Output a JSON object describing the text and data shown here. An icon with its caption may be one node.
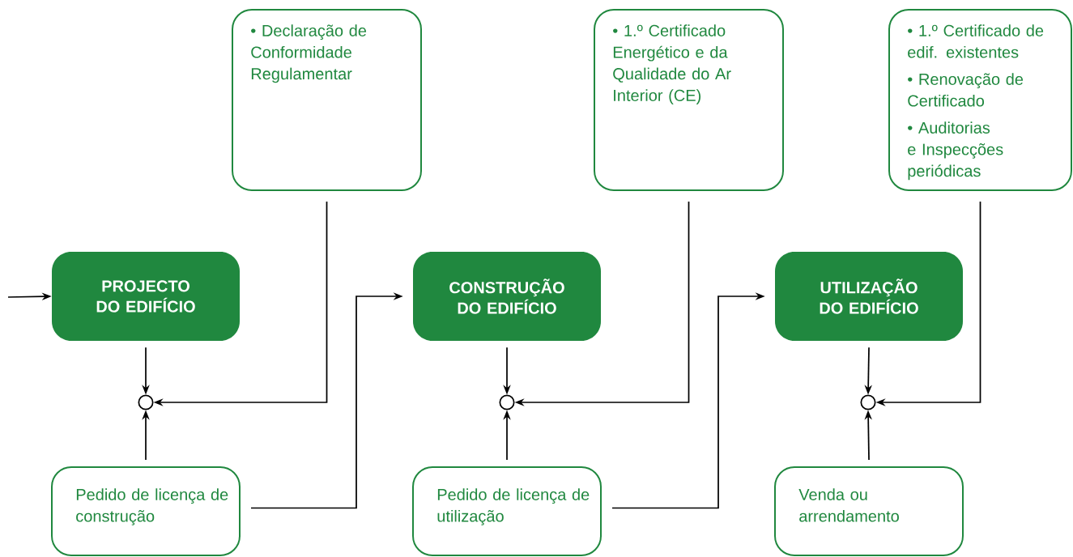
{
  "diagram": {
    "nodes": [
      {
        "text": [
          "• Declaração de Conformidade Regulamentar"
        ]
      },
      {
        "text": [
          "• 1.º Certificado Energético e da Qualidade do Ar Interior (CE)"
        ]
      },
      {
        "text": [
          "• 1.º Certificado de edif. existentes",
          "• Renovação de Certificado",
          "• Auditorias e Inspecções periódicas"
        ]
      },
      {
        "text": [
          "PROJECTO DO EDIFÍCIO"
        ]
      },
      {
        "text": [
          "CONSTRUÇÃO DO EDIFÍCIO"
        ]
      },
      {
        "text": [
          "UTILIZAÇÃO DO EDIFÍCIO"
        ]
      },
      {
        "text": [],
        "shape": "circle"
      },
      {
        "text": [],
        "shape": "circle"
      },
      {
        "text": [],
        "shape": "circle"
      },
      {
        "text": [
          "Pedido de licença de construção"
        ]
      },
      {
        "text": [
          "Pedido de licença de utilização"
        ]
      },
      {
        "text": [
          "Venda ou arrendamento"
        ]
      }
    ],
    "edges": [
      {
        "from": null,
        "to": 3,
        "arrow": "to"
      },
      {
        "from": 3,
        "to": 6,
        "arrow": "to"
      },
      {
        "from": 0,
        "to": 6,
        "arrow": "to"
      },
      {
        "from": 9,
        "to": 6,
        "arrow": "to"
      },
      {
        "from": 9,
        "to": 4,
        "arrow": "to"
      },
      {
        "from": 4,
        "to": 7,
        "arrow": "to"
      },
      {
        "from": 1,
        "to": 7,
        "arrow": "to"
      },
      {
        "from": 10,
        "to": 7,
        "arrow": "to"
      },
      {
        "from": 10,
        "to": 5,
        "arrow": "to"
      },
      {
        "from": 5,
        "to": 8,
        "arrow": "to"
      },
      {
        "from": 2,
        "to": 8,
        "arrow": "to"
      },
      {
        "from": 11,
        "to": 8,
        "arrow": "to"
      }
    ]
  }
}
